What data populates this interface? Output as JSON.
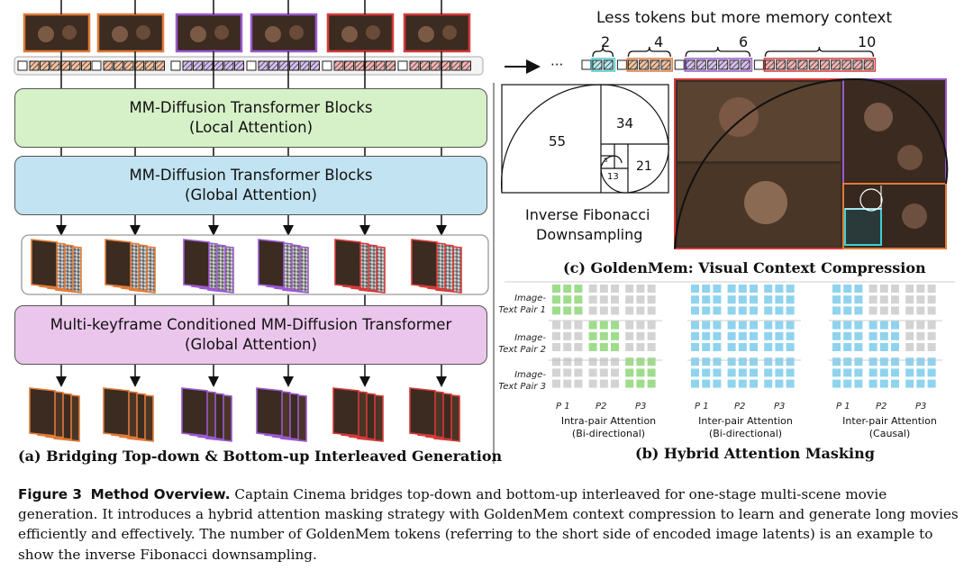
{
  "panel_a": {
    "block_local": {
      "line1": "MM-Diffusion Transformer Blocks",
      "line2": "(Local Attention)"
    },
    "block_global": {
      "line1": "MM-Diffusion Transformer Blocks",
      "line2": "(Global Attention)"
    },
    "block_multi": {
      "line1": "Multi-keyframe Conditioned MM-Diffusion Transformer",
      "line2": "(Global Attention)"
    },
    "title": "(a) Bridging Top-down & Bottom-up Interleaved Generation",
    "scene_colors": [
      "#e07b39",
      "#e07b39",
      "#9b59d0",
      "#9b59d0",
      "#d63a3a",
      "#d63a3a"
    ]
  },
  "panel_c": {
    "heading": "Less tokens but more memory context",
    "ellipsis": "···",
    "counts": [
      "2",
      "4",
      "6",
      "10"
    ],
    "fib": [
      "55",
      "34",
      "21",
      "13",
      "8"
    ],
    "fib_label_1": "Inverse Fibonacci",
    "fib_label_2": "Downsampling",
    "title": "(c) GoldenMem: Visual Context Compression",
    "colors": {
      "cyan": "#3ecfd6",
      "orange": "#e07b39",
      "purple": "#9b59d0",
      "red": "#d63a3a"
    }
  },
  "panel_b": {
    "row_labels": [
      {
        "l1": "Image-",
        "l2": "Text Pair 1"
      },
      {
        "l1": "Image-",
        "l2": "Text Pair 2"
      },
      {
        "l1": "Image-",
        "l2": "Text Pair 3"
      }
    ],
    "col_labels": [
      "P 1",
      "P2",
      "P3"
    ],
    "mask1": {
      "l1": "Intra-pair Attention",
      "l2": "(Bi-directional)"
    },
    "mask2": {
      "l1": "Inter-pair Attention",
      "l2": "(Bi-directional)"
    },
    "mask3": {
      "l1": "Inter-pair Attention",
      "l2": "(Causal)"
    },
    "title": "(b) Hybrid Attention Masking",
    "colors": {
      "green": "#9fdc8c",
      "blue": "#8fd3ee",
      "gray": "#d3d3d3"
    }
  },
  "caption": {
    "fig": "Figure 3",
    "heading": "Method Overview.",
    "text": " Captain Cinema bridges top-down and bottom-up interleaved for one-stage multi-scene movie generation. It introduces a hybrid attention masking strategy with GoldenMem context compression to learn and generate long movies efficiently and effectively. The number of GoldenMem tokens (referring to the short side of encoded image latents) is an example to show the inverse Fibonacci downsampling."
  }
}
